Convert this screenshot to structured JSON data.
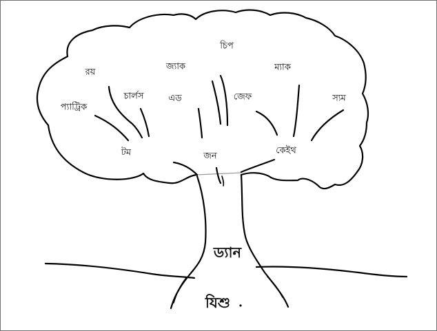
{
  "labels": {
    "chip": "চিপ",
    "ray": "রয়",
    "patrick": "প্যাট্রিক",
    "jack": "জ্যাক",
    "charles": "চার্লস",
    "ed": "এড",
    "jeff": "জেফ",
    "mac": "ম্যাক",
    "sam": "স্যম",
    "tom": "টম",
    "john": "জন",
    "keith": "কেইথ",
    "trunk": "ড্যান",
    "roots": "যিশু"
  }
}
